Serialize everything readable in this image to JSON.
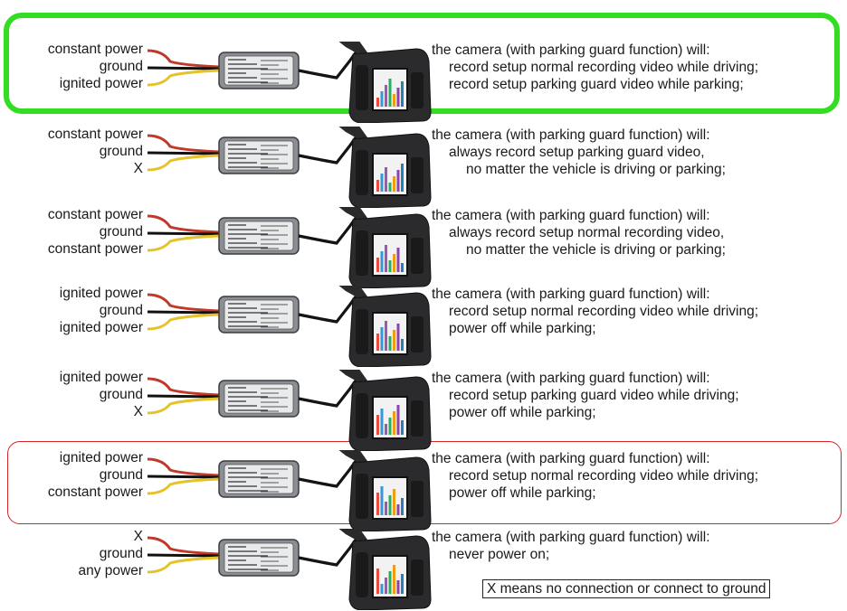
{
  "colors": {
    "highlight_green": "#33dd22",
    "highlight_red": "#d9232b",
    "wire_red": "#c0392b",
    "wire_black": "#111111",
    "wire_yellow": "#e6c229"
  },
  "rows": [
    {
      "labels": [
        "constant power",
        "ground",
        "ignited power"
      ],
      "lines": [
        "the camera (with parking guard function) will:",
        "record setup normal recording video while driving;",
        "record setup parking guard video while parking;"
      ],
      "highlight": "green"
    },
    {
      "labels": [
        "constant power",
        "ground",
        "X"
      ],
      "lines": [
        "the camera (with parking guard function) will:",
        "always record setup parking guard video,",
        "no matter the vehicle is driving or parking;"
      ],
      "highlight": "none"
    },
    {
      "labels": [
        "constant power",
        "ground",
        "constant power"
      ],
      "lines": [
        "the camera (with parking guard function) will:",
        "always record setup normal recording video,",
        "no matter the vehicle is driving or parking;"
      ],
      "highlight": "none"
    },
    {
      "labels": [
        "ignited power",
        "ground",
        "ignited power"
      ],
      "lines": [
        "the camera (with parking guard function) will:",
        "record setup normal recording video while driving;",
        "power off while parking;"
      ],
      "highlight": "none"
    },
    {
      "labels": [
        "ignited power",
        "ground",
        "X"
      ],
      "lines": [
        "the camera (with parking guard function) will:",
        "record setup parking guard video while driving;",
        "power off while parking;"
      ],
      "highlight": "none"
    },
    {
      "labels": [
        "ignited power",
        "ground",
        "constant power"
      ],
      "lines": [
        "the camera (with parking guard function) will:",
        "record setup normal recording video while driving;",
        "power off while parking;"
      ],
      "highlight": "red"
    },
    {
      "labels": [
        "X",
        "ground",
        "any power"
      ],
      "lines": [
        "the camera (with parking guard function) will:",
        "never power on;"
      ],
      "highlight": "none"
    }
  ],
  "note": "X means no connection or connect to ground"
}
